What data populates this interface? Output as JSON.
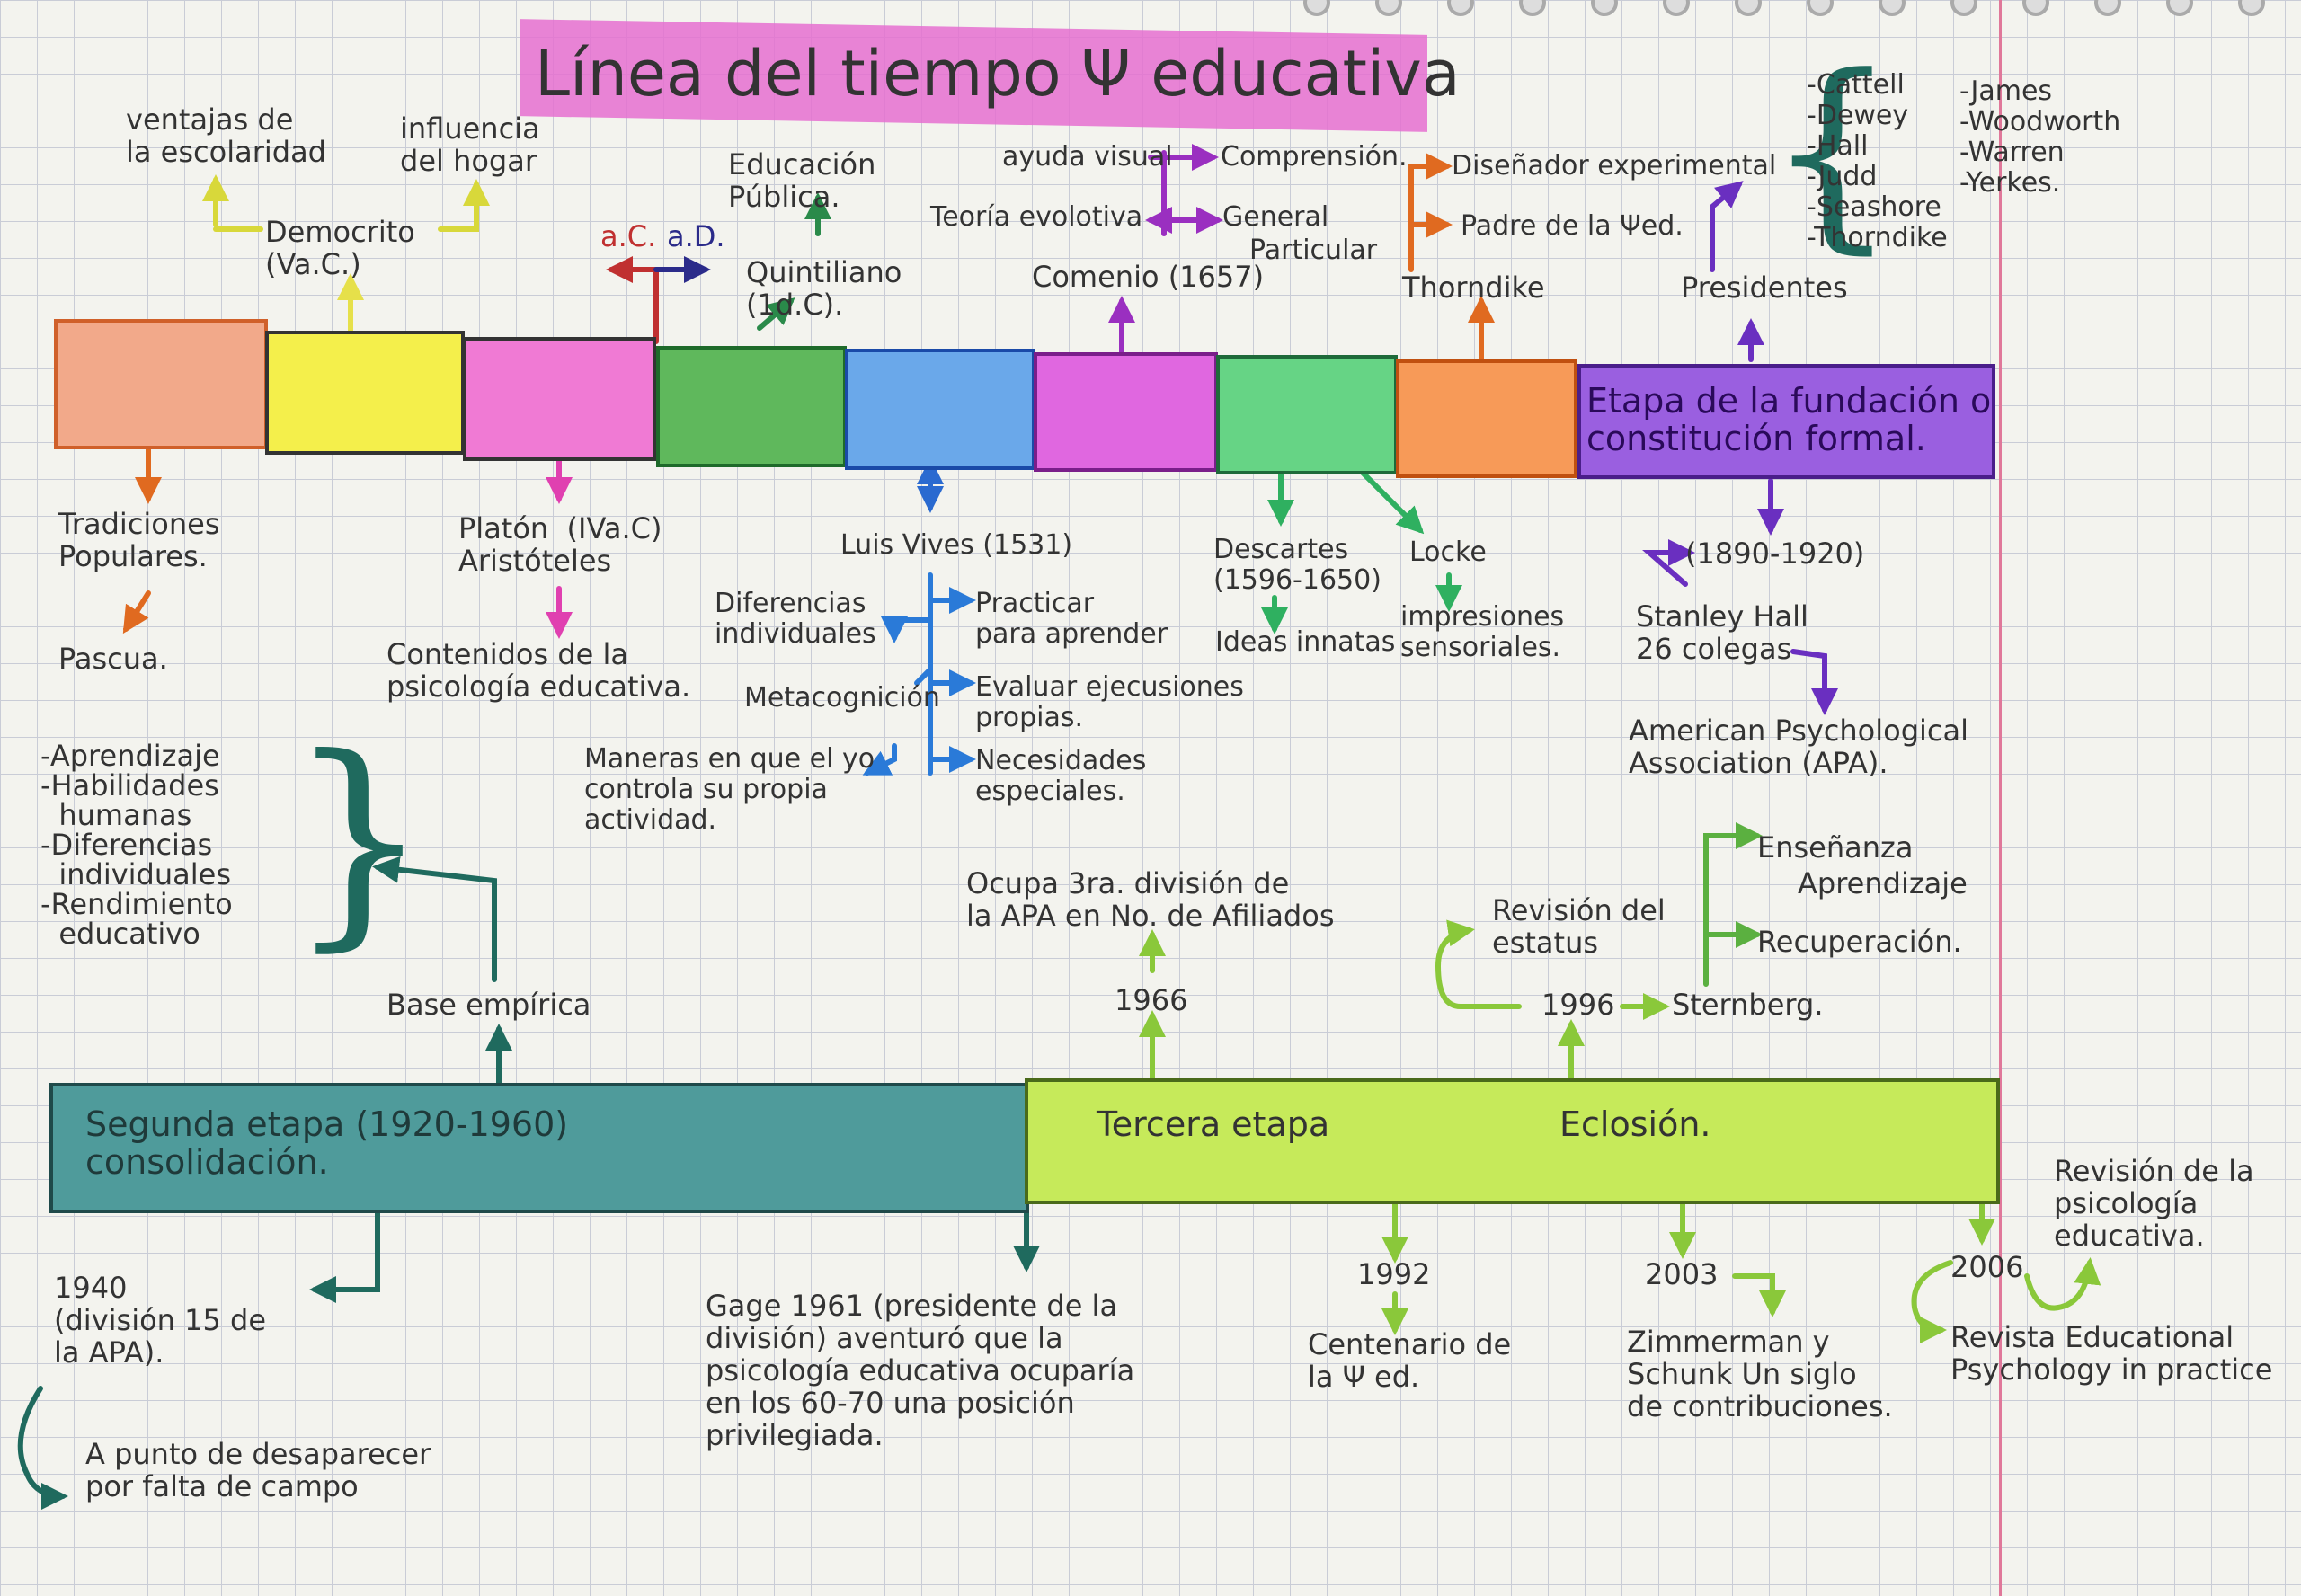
{
  "title": "Línea del tiempo Ψ educativa",
  "top_notes": {
    "ventajas": "ventajas de\nla escolaridad",
    "influencia": "influencia\ndel hogar",
    "democrito": "Democrito\n(Va.C.)",
    "ac": "a.C.",
    "ad": "a.D.",
    "educacion_publica": "Educación\nPública.",
    "quintiliano": "Quintiliano\n(1d.C).",
    "ayuda_visual": "ayuda visual",
    "comprension": "Comprensión.",
    "teoria_evolutiva": "Teoría evolotiva",
    "general": "General",
    "particular": "Particular",
    "comenio": "Comenio (1657)",
    "disenador": "Diseñador experimental",
    "padre": "Padre de la Ψed.",
    "thorndike": "Thorndike",
    "presidentes": "Presidentes",
    "presidents_left": [
      "-Cattell",
      "-Dewey",
      "-Hall",
      "-Judd",
      "-Seashore",
      "-Thorndike"
    ],
    "presidents_right": [
      "-James",
      "-Woodworth",
      "-Warren",
      "-Yerkes."
    ]
  },
  "fundacion": "Etapa de la fundación o\nconstitución formal.",
  "bottom_notes": {
    "tradiciones": "Tradiciones\nPopulares.",
    "pascua": "Pascua.",
    "platon": "Platón  (IVa.C)\nAristóteles",
    "contenidos": "Contenidos de la\npsicología educativa.",
    "luis_vives": "Luis Vives (1531)",
    "diferencias": "Diferencias\nindividuales",
    "practicar": "Practicar\npara aprender",
    "metacognicion": "Metacognición",
    "evaluar": "Evaluar ejecusiones\npropias.",
    "maneras": "Maneras en que el yo\ncontrola su propia\nactividad.",
    "necesidades": "Necesidades\nespeciales.",
    "descartes": "Descartes\n(1596-1650)",
    "ideas": "Ideas innatas",
    "locke": "Locke",
    "impresiones": "impresiones\nsensoriales.",
    "years_1890": "(1890-1920)",
    "stanley": "Stanley Hall\n26 colegas",
    "apa": "American Psychological\nAssociation (APA)."
  },
  "mid_notes": {
    "list": "-Aprendizaje\n-Habilidades\n  humanas\n-Diferencias\n  individuales\n-Rendimiento\n  educativo",
    "base_empirica": "Base empírica",
    "ocupa": "Ocupa 3ra. división de\nla APA en No. de Afiliados",
    "y1966": "1966",
    "revision_estatus": "Revisión del\nestatus",
    "ensenanza": "Enseñanza",
    "aprendizaje": "Aprendizaje",
    "recuperacion": "Recuperación.",
    "y1996": "1996",
    "sternberg": "Sternberg."
  },
  "segunda": "Segunda etapa (1920-1960)\nconsolidación.",
  "tercera": "Tercera etapa",
  "eclosion": "Eclosión.",
  "lower_notes": {
    "y1940": "1940\n(división 15 de\nla APA).",
    "desaparecer": "A punto de desaparecer\npor falta de campo",
    "gage": "Gage 1961 (presidente de la\ndivisión) aventuró que la\npsicología educativa ocuparía\nen los 60-70 una posición\nprivilegiada.",
    "y1992": "1992",
    "centenario": "Centenario de\nla Ψ ed.",
    "y2003": "2003",
    "zimmerman": "Zimmerman y\nSchunk Un siglo\nde contribuciones.",
    "revision_psico": "Revisión de la\npsicología\neducativa.",
    "y2006": "2006",
    "revista": "Revista Educational\nPsychology in practice"
  },
  "colors": {
    "orange": "#f2a98a",
    "yellow": "#f4ef4b",
    "pink": "#f07ad4",
    "green": "#5fb85c",
    "blue": "#6aa8ea",
    "magenta": "#e067e0",
    "lightgreen": "#66d485",
    "orange2": "#f79a58",
    "purple": "#9a5fe0",
    "teal": "#4f9b9b",
    "lime": "#c6ea5a"
  }
}
